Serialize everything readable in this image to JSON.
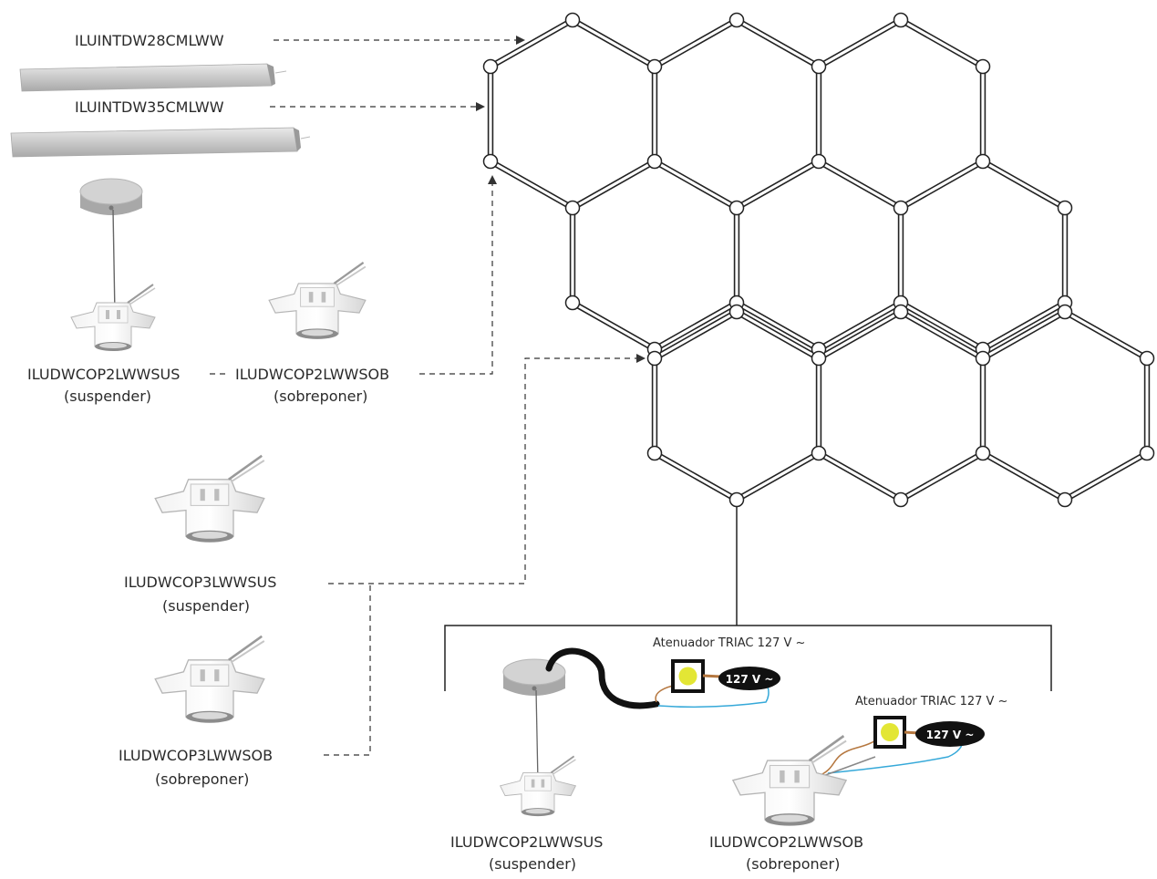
{
  "products": {
    "bar28": "ILUINTDW28CMLWW",
    "bar35": "ILUINTDW35CMLWW",
    "cop2sus_top": "ILUDWCOP2LWWSUS",
    "cop2sob_top": "ILUDWCOP2LWWSOB",
    "cop3sus": "ILUDWCOP3LWWSUS",
    "cop3sob": "ILUDWCOP3LWWSOB",
    "cop2sus_bottom": "ILUDWCOP2LWWSUS",
    "cop2sob_bottom": "ILUDWCOP2LWWSOB"
  },
  "mount": {
    "suspender": "(suspender)",
    "sobreponer": "(sobreponer)"
  },
  "dimmer": {
    "label": "Atenuador TRIAC 127 V ~",
    "voltage": "127 V ~"
  },
  "colors": {
    "accent_yellow": "#e3e635",
    "wire_blue": "#36a9d9",
    "wire_brown": "#b5773f"
  },
  "icons": [
    "led-bar-icon",
    "ceiling-canopy-icon",
    "downlight-connector-icon",
    "dimmer-switch-icon",
    "power-source-icon"
  ]
}
